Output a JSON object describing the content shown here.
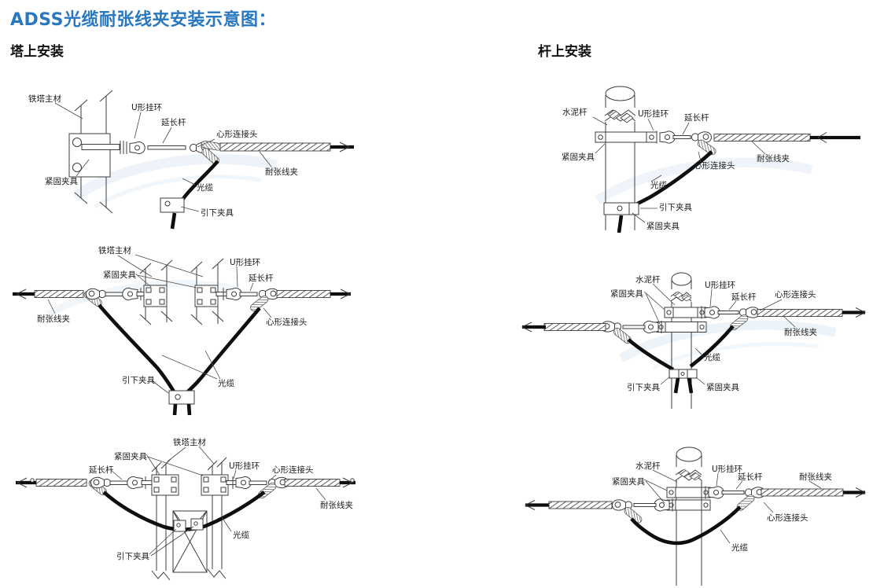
{
  "page": {
    "title": "ADSS光缆耐张线夹安装示意图：",
    "left_column_header": "塔上安装",
    "right_column_header": "杆上安装"
  },
  "colors": {
    "title_blue": "#2878C0",
    "line_dark": "#3d3d3d",
    "cable_black": "#0e0e0e",
    "watermark_blue": "#bdd5e9",
    "background": "#ffffff"
  },
  "labels": {
    "tower_member": "铁塔主材",
    "cement_pole": "水泥杆",
    "u_shackle": "U形挂环",
    "extension_rod": "延长杆",
    "heart_connector": "心形连接头",
    "tension_clamp": "耐张线夹",
    "fastening_clamp": "紧固夹具",
    "optical_cable": "光缆",
    "downlead_clamp": "引下夹具"
  },
  "diagrams": [
    {
      "position": "left-top",
      "column": "塔上安装",
      "labels": [
        "铁塔主材",
        "U形挂环",
        "延长杆",
        "心形连接头",
        "耐张线夹",
        "紧固夹具",
        "光缆",
        "引下夹具"
      ]
    },
    {
      "position": "right-top",
      "column": "杆上安装",
      "labels": [
        "水泥杆",
        "U形挂环",
        "延长杆",
        "紧固夹具",
        "心形连接头",
        "耐张线夹",
        "光缆",
        "引下夹具",
        "紧固夹具"
      ]
    },
    {
      "position": "left-middle",
      "column": "塔上安装",
      "labels": [
        "铁塔主材",
        "紧固夹具",
        "U形挂环",
        "延长杆",
        "耐张线夹",
        "心形连接头",
        "引下夹具",
        "光缆"
      ]
    },
    {
      "position": "right-middle",
      "column": "杆上安装",
      "labels": [
        "水泥杆",
        "紧固夹具",
        "U形挂环",
        "延长杆",
        "心形连接头",
        "耐张线夹",
        "光缆",
        "引下夹具",
        "紧固夹具"
      ]
    },
    {
      "position": "left-bottom",
      "column": "塔上安装",
      "labels": [
        "铁塔主材",
        "紧固夹具",
        "延长杆",
        "U形挂环",
        "心形连接头",
        "耐张线夹",
        "光缆",
        "引下夹具"
      ]
    },
    {
      "position": "right-bottom",
      "column": "杆上安装",
      "labels": [
        "水泥杆",
        "紧固夹具",
        "U形挂环",
        "延长杆",
        "耐张线夹",
        "心形连接头",
        "光缆"
      ]
    }
  ]
}
